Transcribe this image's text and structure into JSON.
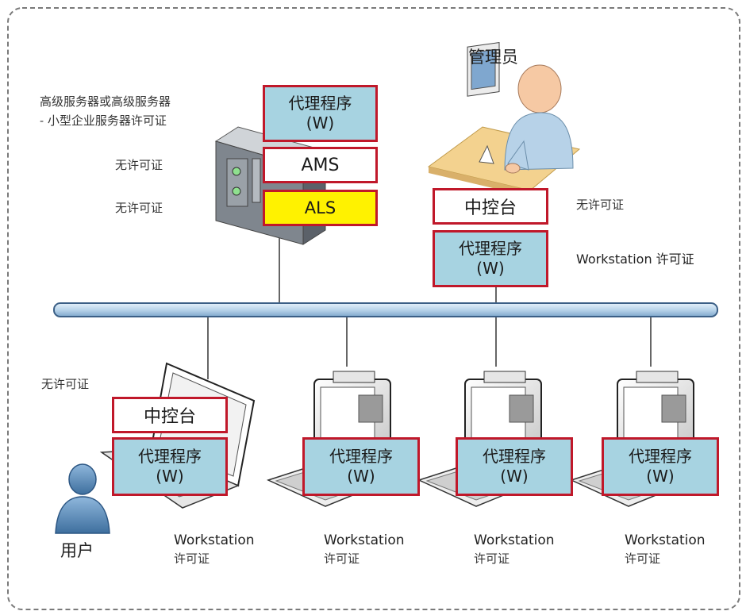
{
  "diagram": {
    "admin_label": "管理员",
    "server_license": [
      "高级服务器或高级服务器",
      "- 小型企业服务器许可证"
    ],
    "server_agent": {
      "line1": "代理程序",
      "line2": "(W)"
    },
    "ams_box": "AMS",
    "als_box": "ALS",
    "ams_license": "无许可证",
    "als_license": "无许可证",
    "admin_console_box": "中控台",
    "admin_console_license": "无许可证",
    "admin_agent": {
      "line1": "代理程序",
      "line2": "(W)"
    },
    "admin_agent_license": "Workstation 许可证",
    "user_console_license": "无许可证",
    "user_console_box": "中控台",
    "user_label": "用户",
    "clients": [
      {
        "agent_line1": "代理程序",
        "agent_line2": "(W)",
        "license_line1": "Workstation",
        "license_line2": "许可证"
      },
      {
        "agent_line1": "代理程序",
        "agent_line2": "(W)",
        "license_line1": "Workstation",
        "license_line2": "许可证"
      },
      {
        "agent_line1": "代理程序",
        "agent_line2": "(W)",
        "license_line1": "Workstation",
        "license_line2": "许可证"
      },
      {
        "agent_line1": "代理程序",
        "agent_line2": "(W)",
        "license_line1": "Workstation",
        "license_line2": "许可证"
      }
    ],
    "colors": {
      "box_border": "#c0182a",
      "agent_fill": "#a7d3e1",
      "als_fill": "#fff200",
      "bus": "#bcd6ea"
    }
  }
}
